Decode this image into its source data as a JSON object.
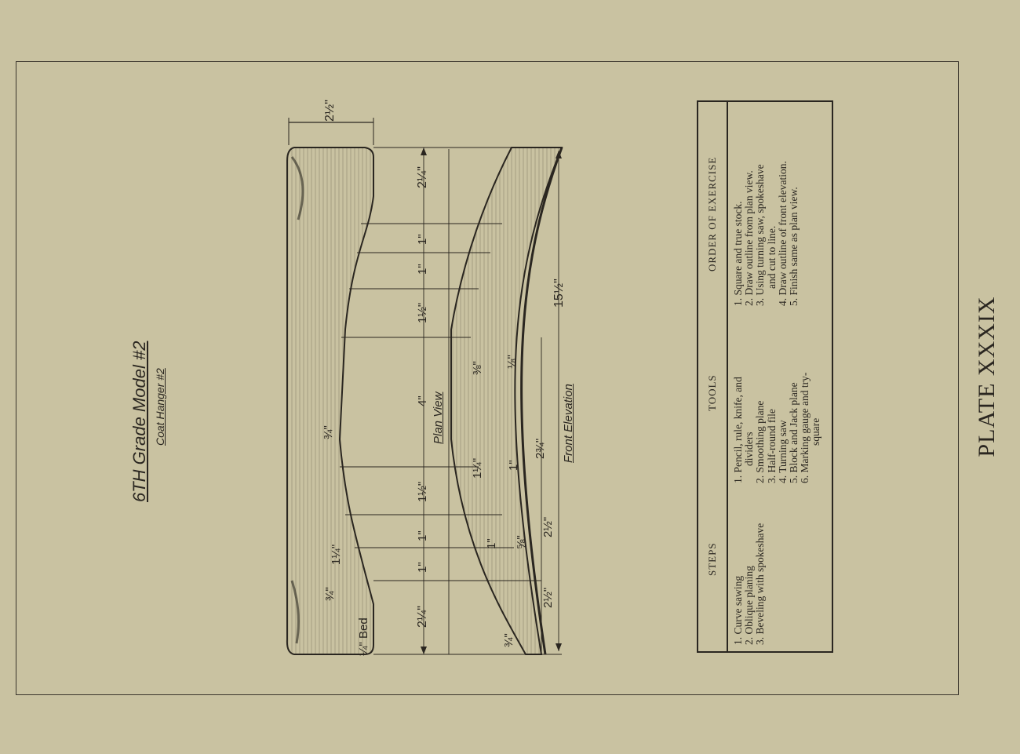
{
  "title": {
    "main": "6TH Grade Model #2",
    "sub": "Coat Hanger #2"
  },
  "plate_label": "PLATE XXXIX",
  "views": {
    "plan": "Plan View",
    "front": "Front Elevation"
  },
  "dimensions": {
    "plan_width": "2½\"",
    "plan_end_right": "2¼\"",
    "plan_end_left": "2¼\"",
    "plan_bevel": "¼\" Bed",
    "seg_1a": "1\"",
    "seg_1b": "1\"",
    "seg_1c": "1\"",
    "seg_1d": "1\"",
    "seg_1_half_a": "1½\"",
    "seg_1_half_b": "1½\"",
    "center": "4\"",
    "center_width": "¾\"",
    "inner_width": "1¼\"",
    "end_width": "¾\"",
    "total_length": "15½\"",
    "front_3_8": "⅜\"",
    "front_1_8": "⅛\"",
    "front_1_4": "1¼\"",
    "front_1": "1\"",
    "front_2_3_4": "2¾\"",
    "front_2_1_2a": "2½\"",
    "front_2_1_2b": "2½\"",
    "front_5_8": "⅝\"",
    "front_1b": "1\"",
    "front_3_4": "¾\""
  },
  "table": {
    "headers": {
      "steps": "STEPS",
      "tools": "TOOLS",
      "order": "ORDER OF EXERCISE"
    },
    "steps": [
      "1. Curve sawing",
      "2. Oblique planing",
      "3. Beveling with spokeshave"
    ],
    "tools": [
      "1. Pencil, rule, knife, and",
      "dividers",
      "2. Smoothing plane",
      "3. Half-round file",
      "4. Turning saw",
      "5. Block and Jack plane",
      "6. Marking gauge and try-",
      "square"
    ],
    "order": [
      "1. Square and true stock.",
      "2. Draw outline from plan view.",
      "3. Using turning saw, spokeshave",
      "and cut to line.",
      "4. Draw outline of front elevation.",
      "5. Finish same as plan view."
    ]
  }
}
